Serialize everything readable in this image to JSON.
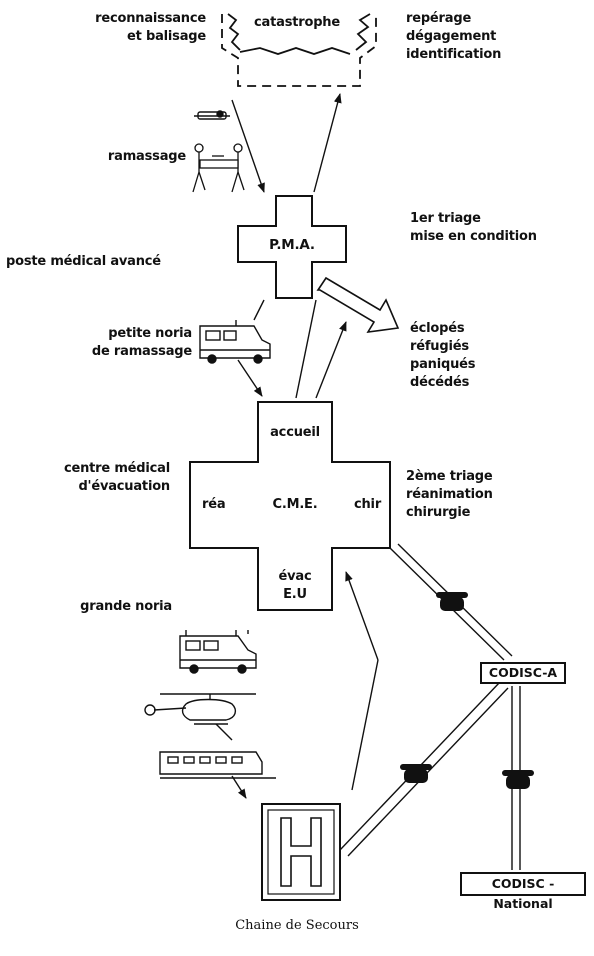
{
  "labels": {
    "reconnaissance": [
      "reconnaissance",
      "et balisage"
    ],
    "catastrophe": "catastrophe",
    "reperage": [
      "repérage",
      "dégagement",
      "identification"
    ],
    "ramassage": "ramassage",
    "pma_side": "poste médical avancé",
    "pma": "P.M.A.",
    "triage1": [
      "1er triage",
      "mise en condition"
    ],
    "petite_noria": [
      "petite noria",
      "de ramassage"
    ],
    "eclopes": [
      "éclopés",
      "réfugiés",
      "paniqués",
      "décédés"
    ],
    "accueil": "accueil",
    "cme_side": [
      "centre médical",
      "d'évacuation"
    ],
    "rea": "réa",
    "cme": "C.M.E.",
    "chir": "chir",
    "triage2": [
      "2ème triage",
      "réanimation",
      "chirurgie"
    ],
    "evac": [
      "évac",
      "E.U"
    ],
    "grande_noria": "grande noria",
    "codisc_a": "CODISC-A",
    "codisc_national": "CODISC - National",
    "hospital": "H",
    "caption": "Chaine de Secours"
  },
  "icons": [
    "ambulance-icon",
    "helicopter-icon",
    "train-icon",
    "telephone-icon",
    "stretcher-icon",
    "first-aid-workers-icon",
    "hospital-icon"
  ]
}
